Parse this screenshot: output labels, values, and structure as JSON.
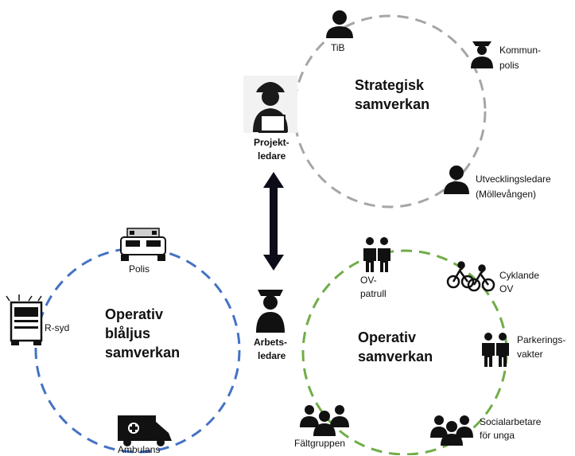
{
  "strategic": {
    "title_line1": "Strategisk",
    "title_line2": "samverkan",
    "tib_label": "TiB",
    "kommunpolis_line1": "Kommun-",
    "kommunpolis_line2": "polis",
    "utv_line1": "Utvecklingsledare",
    "utv_line2": "(Möllevången)"
  },
  "coordinator": {
    "projektledare_line1": "Projekt-",
    "projektledare_line2": "ledare",
    "arbetsledare_line1": "Arbets-",
    "arbetsledare_line2": "ledare"
  },
  "blaljus": {
    "title_line1": "Operativ",
    "title_line2": "blåljus",
    "title_line3": "samverkan",
    "polis_label": "Polis",
    "rsyd_label": "R-syd",
    "ambulans_label": "Ambulans"
  },
  "operative": {
    "title_line1": "Operativ",
    "title_line2": "samverkan",
    "ov_patrull_line1": "OV-",
    "ov_patrull_line2": "patrull",
    "cyklande_line1": "Cyklande",
    "cyklande_line2": "OV",
    "parkering_line1": "Parkerings-",
    "parkering_line2": "vakter",
    "socialarbetare_line1": "Socialarbetare",
    "socialarbetare_line2": "för unga",
    "faltgruppen_label": "Fältgruppen"
  },
  "colors": {
    "strategic_circle": "#a6a6a6",
    "blaljus_circle": "#4472c4",
    "operative_circle": "#70ad47",
    "arrow": "#0d0d1a"
  }
}
